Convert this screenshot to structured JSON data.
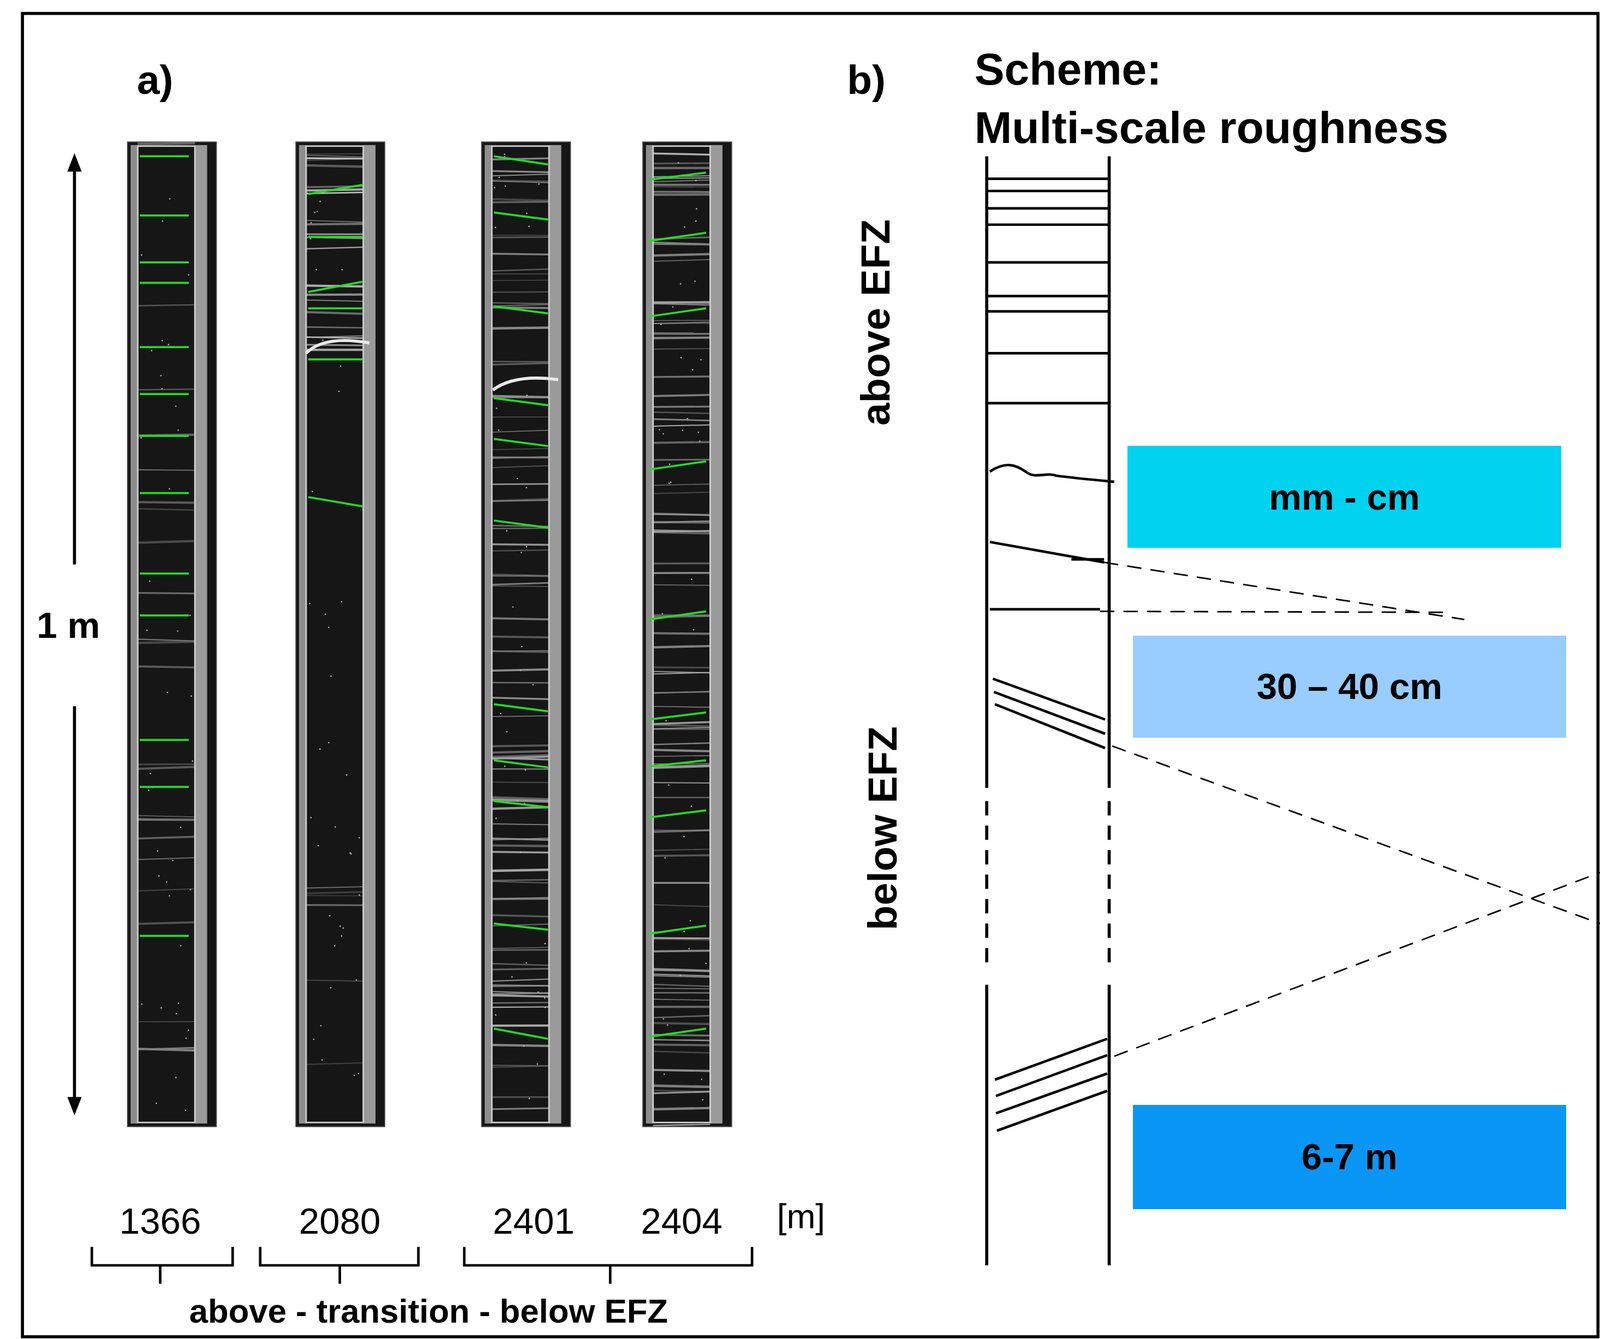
{
  "diagram": {
    "nodes": [
      {
        "text": [
          "mm - cm"
        ]
      },
      {
        "text": [
          "30 – 40 cm"
        ]
      },
      {
        "text": [
          "6-7 m"
        ]
      }
    ],
    "labels": [
      "a)",
      "b)",
      "Scheme:",
      "Multi-scale roughness",
      "above EFZ",
      "below EFZ",
      "1 m",
      "1366",
      "2080",
      "2401",
      "2404",
      "[m]",
      "above - transition - below EFZ"
    ]
  }
}
